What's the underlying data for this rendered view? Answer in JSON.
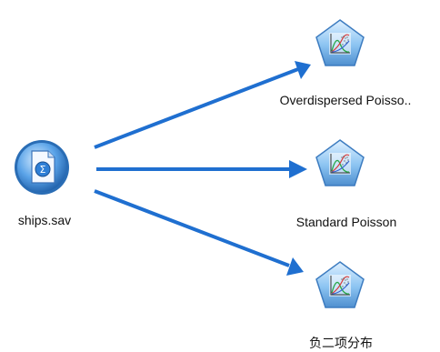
{
  "stream": {
    "source_node": {
      "label": "ships.sav",
      "icon": "database-file-icon"
    },
    "model_nodes": [
      {
        "label": "Overdispersed Poisso..",
        "icon": "model-nugget-icon"
      },
      {
        "label": "Standard Poisson",
        "icon": "model-nugget-icon"
      },
      {
        "label": "负二项分布",
        "icon": "model-nugget-icon"
      }
    ],
    "connection_color": "#1f6fd0"
  }
}
